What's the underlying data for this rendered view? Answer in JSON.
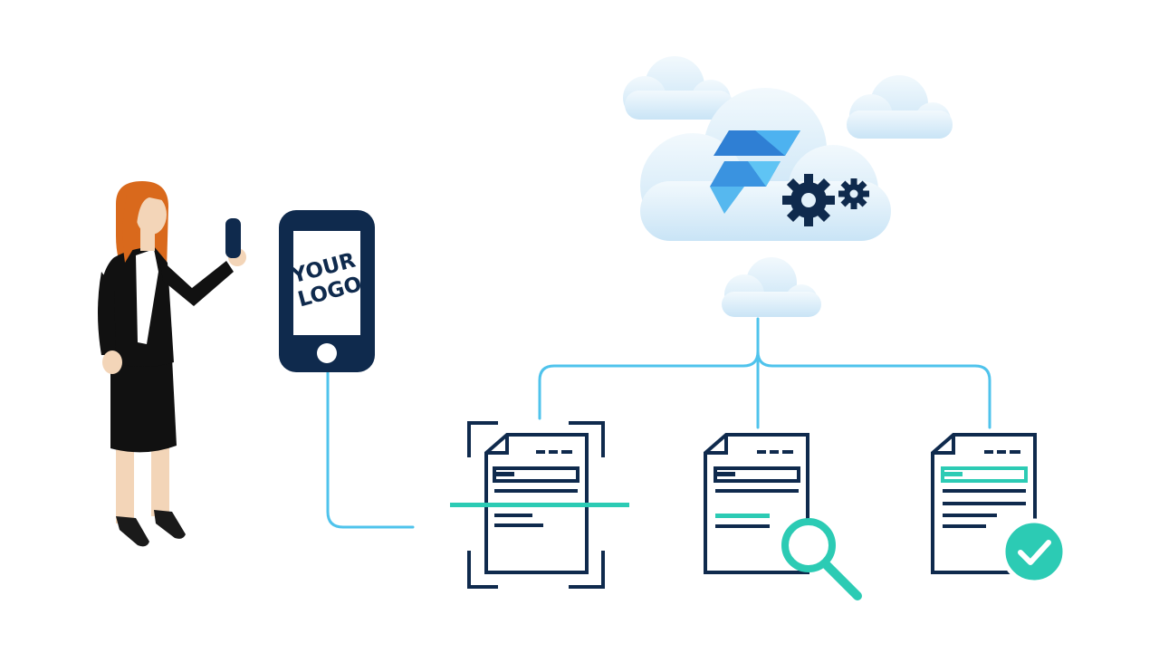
{
  "phone": {
    "logo_line1": "YOUR",
    "logo_line2": "LOGO"
  },
  "icons": {
    "person": "businesswoman-holding-phone",
    "phone": "smartphone-icon",
    "cloud": "cloud-icon",
    "brand": "brand-logo-icon",
    "gears": "gears-icon",
    "scan": "scan-document-icon",
    "search": "search-document-icon",
    "verified": "verified-document-icon"
  },
  "colors": {
    "navy": "#0f2a4d",
    "line_blue": "#4fc3ec",
    "teal": "#2ccbb4",
    "cloud_light": "#e6f3fb",
    "cloud_dark": "#c8e3f5",
    "hair": "#d9691c",
    "skin": "#f3d5b8"
  }
}
